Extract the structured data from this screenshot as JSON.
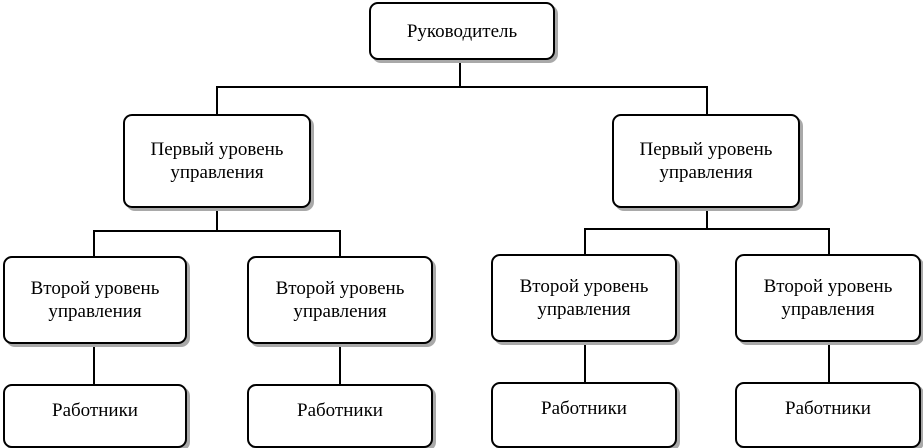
{
  "diagram": {
    "root": {
      "label": "Руководитель"
    },
    "branches": [
      {
        "label": "Первый уровень\nуправления",
        "children": [
          {
            "label": "Второй уровень\nуправления",
            "leaf": "Работники"
          },
          {
            "label": "Второй уровень\nуправления",
            "leaf": "Работники"
          }
        ]
      },
      {
        "label": "Первый уровень\nуправления",
        "children": [
          {
            "label": "Второй уровень\nуправления",
            "leaf": "Работники"
          },
          {
            "label": "Второй уровень\nуправления",
            "leaf": "Работники"
          }
        ]
      }
    ]
  }
}
